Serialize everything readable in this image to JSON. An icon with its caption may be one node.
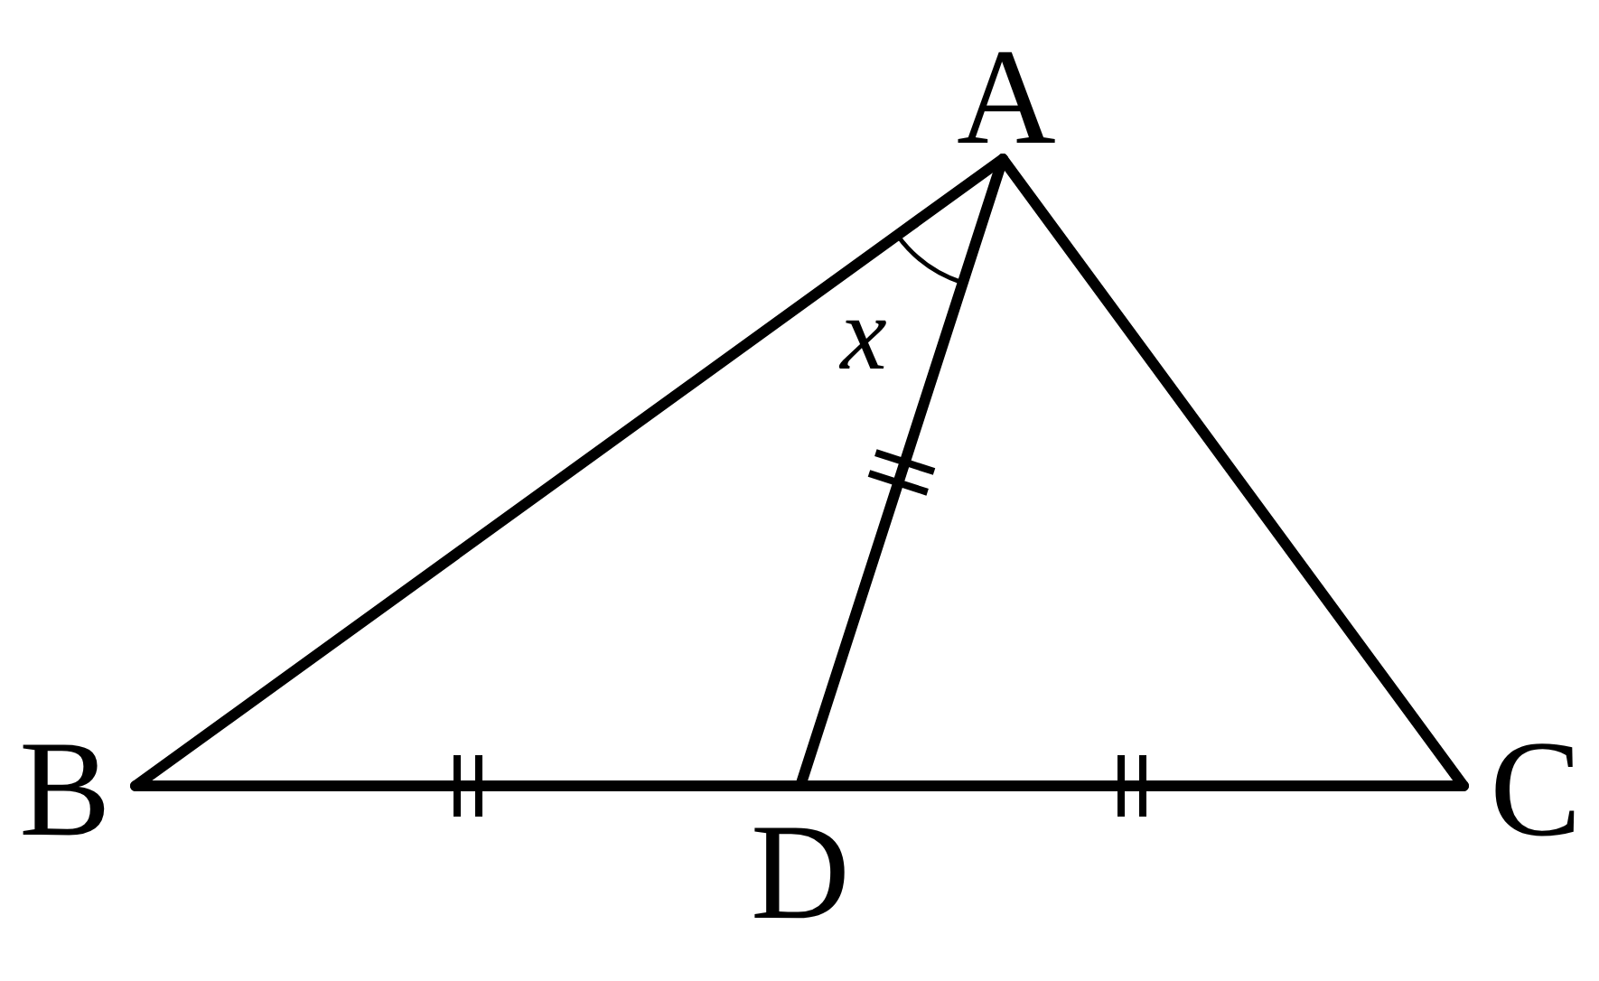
{
  "diagram": {
    "nodes": [
      {
        "text": [
          "A"
        ]
      },
      {
        "text": [
          "B"
        ]
      },
      {
        "text": [
          "C"
        ]
      },
      {
        "text": [
          "D"
        ]
      }
    ],
    "edges": [
      {
        "from": 0,
        "to": 1,
        "arrow": "none"
      },
      {
        "from": 0,
        "to": 2,
        "arrow": "none"
      },
      {
        "from": 1,
        "to": 3,
        "arrow": "none"
      },
      {
        "from": 3,
        "to": 2,
        "arrow": "none"
      },
      {
        "from": 0,
        "to": 3,
        "arrow": "none"
      }
    ],
    "labels": [
      "x"
    ]
  }
}
